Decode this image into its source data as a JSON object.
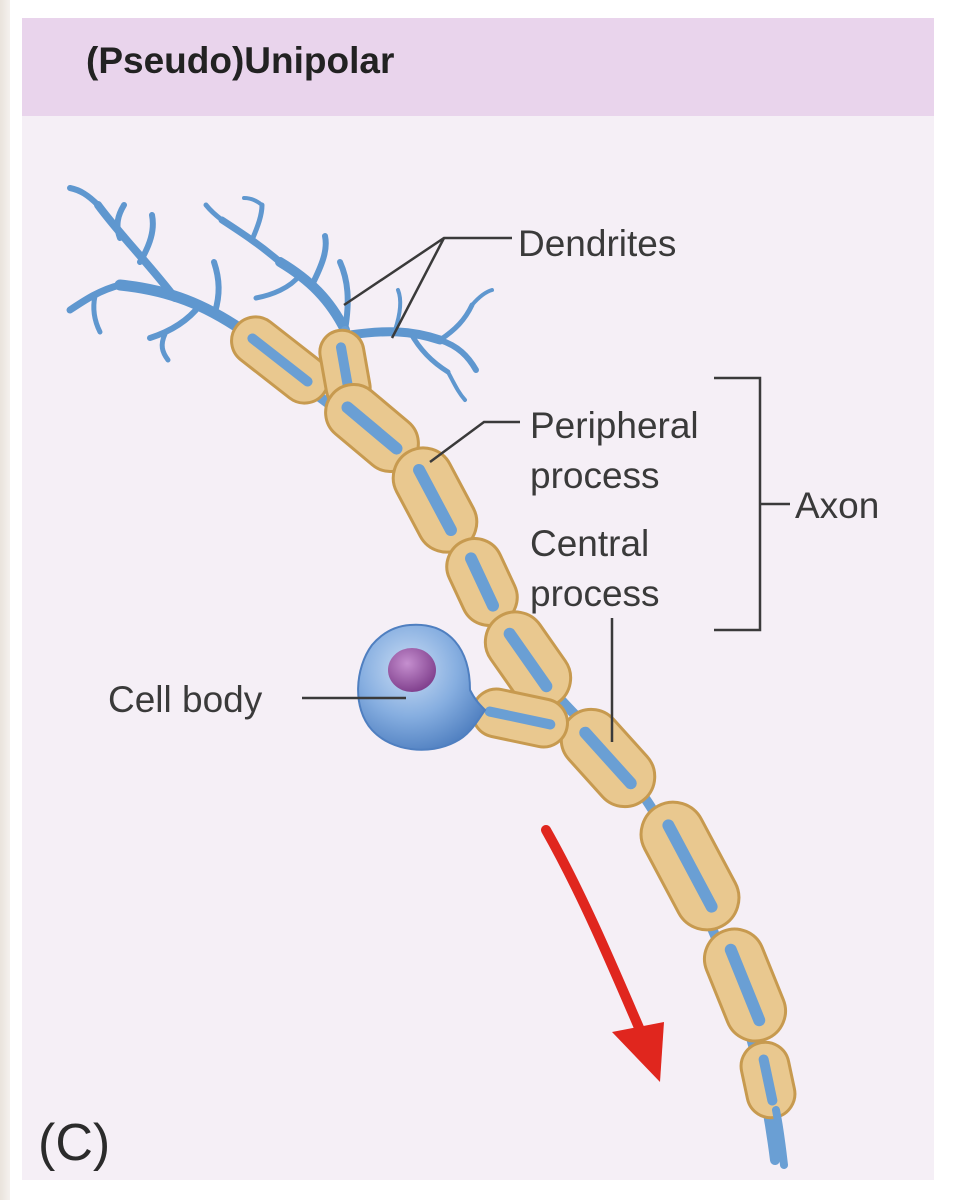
{
  "figure": {
    "title": "(Pseudo)Unipolar",
    "panel_letter": "(C)"
  },
  "labels": {
    "dendrites": "Dendrites",
    "peripheral_line1": "Peripheral",
    "peripheral_line2": "process",
    "central_line1": "Central",
    "central_line2": "process",
    "axon": "Axon",
    "cell_body": "Cell body"
  },
  "colors": {
    "title_bar": "#e9d4ec",
    "panel_background": "#f5eff6",
    "myelin_sheath": "#e9c88f",
    "axon_core": "#6a9fd4",
    "dendrite": "#5f97cf",
    "cell_body": "#7ea6dc",
    "nucleus": "#8b4a96",
    "signal_arrow": "#e0261e"
  },
  "icons": {
    "signal_direction": "red-curved-arrow"
  }
}
